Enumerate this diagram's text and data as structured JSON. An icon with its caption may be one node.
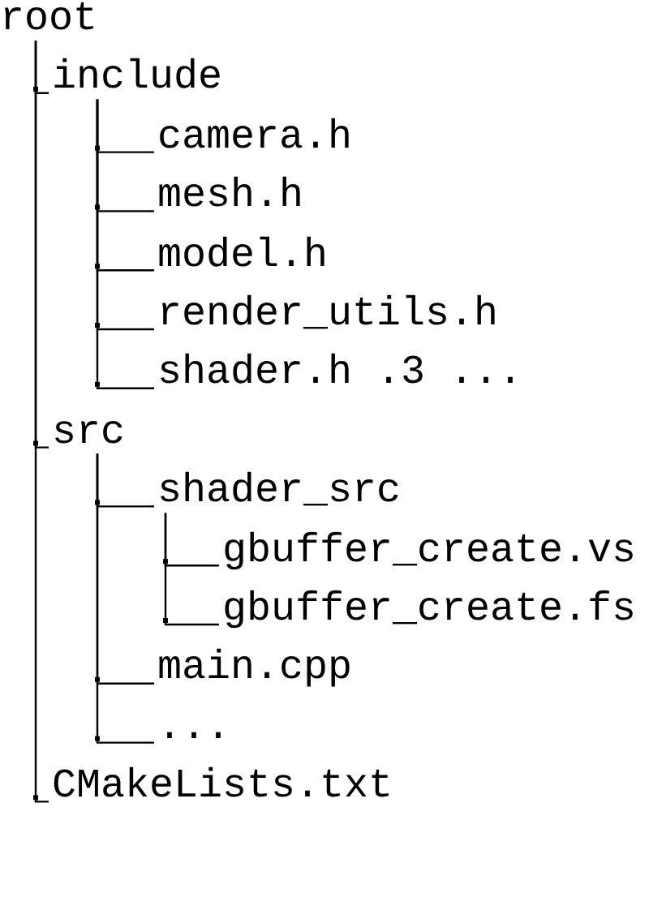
{
  "diagram": {
    "nodes": [
      {
        "text": [
          "root"
        ]
      },
      {
        "text": [
          "include"
        ]
      },
      {
        "text": [
          "camera.h"
        ]
      },
      {
        "text": [
          "mesh.h"
        ]
      },
      {
        "text": [
          "model.h"
        ]
      },
      {
        "text": [
          "render_utils.h"
        ]
      },
      {
        "text": [
          "shader.h .3 ..."
        ]
      },
      {
        "text": [
          "src"
        ]
      },
      {
        "text": [
          "shader_src"
        ]
      },
      {
        "text": [
          "gbuffer_create.vs"
        ]
      },
      {
        "text": [
          "gbuffer_create.fs"
        ]
      },
      {
        "text": [
          "main.cpp"
        ]
      },
      {
        "text": [
          "..."
        ]
      },
      {
        "text": [
          "CMakeLists.txt"
        ]
      }
    ],
    "edges": [
      {
        "from": 0,
        "to": 1,
        "arrow": "none"
      },
      {
        "from": 1,
        "to": 2,
        "arrow": "none"
      },
      {
        "from": 1,
        "to": 3,
        "arrow": "none"
      },
      {
        "from": 1,
        "to": 4,
        "arrow": "none"
      },
      {
        "from": 1,
        "to": 5,
        "arrow": "none"
      },
      {
        "from": 1,
        "to": 6,
        "arrow": "none"
      },
      {
        "from": 0,
        "to": 7,
        "arrow": "none"
      },
      {
        "from": 7,
        "to": 8,
        "arrow": "none"
      },
      {
        "from": 8,
        "to": 9,
        "arrow": "none"
      },
      {
        "from": 8,
        "to": 10,
        "arrow": "none"
      },
      {
        "from": 7,
        "to": 11,
        "arrow": "none"
      },
      {
        "from": 7,
        "to": 12,
        "arrow": "none"
      },
      {
        "from": 0,
        "to": 13,
        "arrow": "none"
      }
    ]
  }
}
